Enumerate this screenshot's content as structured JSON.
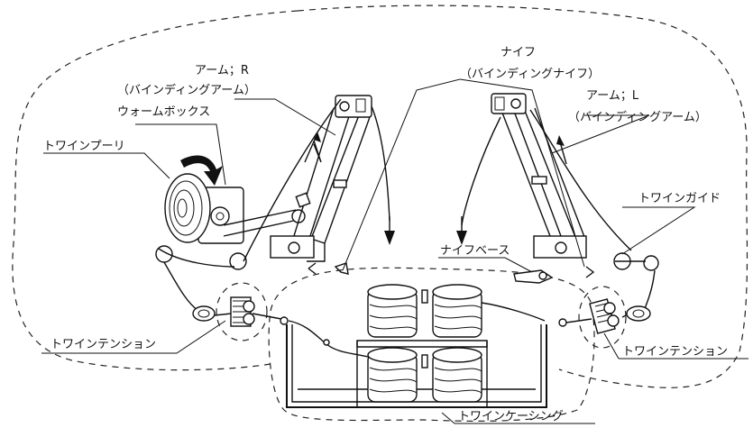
{
  "labels": {
    "arm_r": "アーム；R",
    "arm_r_sub": "（バインディングアーム）",
    "worm_box": "ウォームボックス",
    "twine_pulley": "トワインプーリ",
    "knife": "ナイフ",
    "knife_sub": "（バインディングナイフ）",
    "arm_l": "アーム；L",
    "arm_l_sub": "（バインディングアーム）",
    "twine_guide": "トワインガイド",
    "knife_base": "ナイフベース",
    "twine_tension_left": "トワインテンション",
    "twine_tension_right": "トワインテンション",
    "twine_casing": "トワインケーシング"
  }
}
